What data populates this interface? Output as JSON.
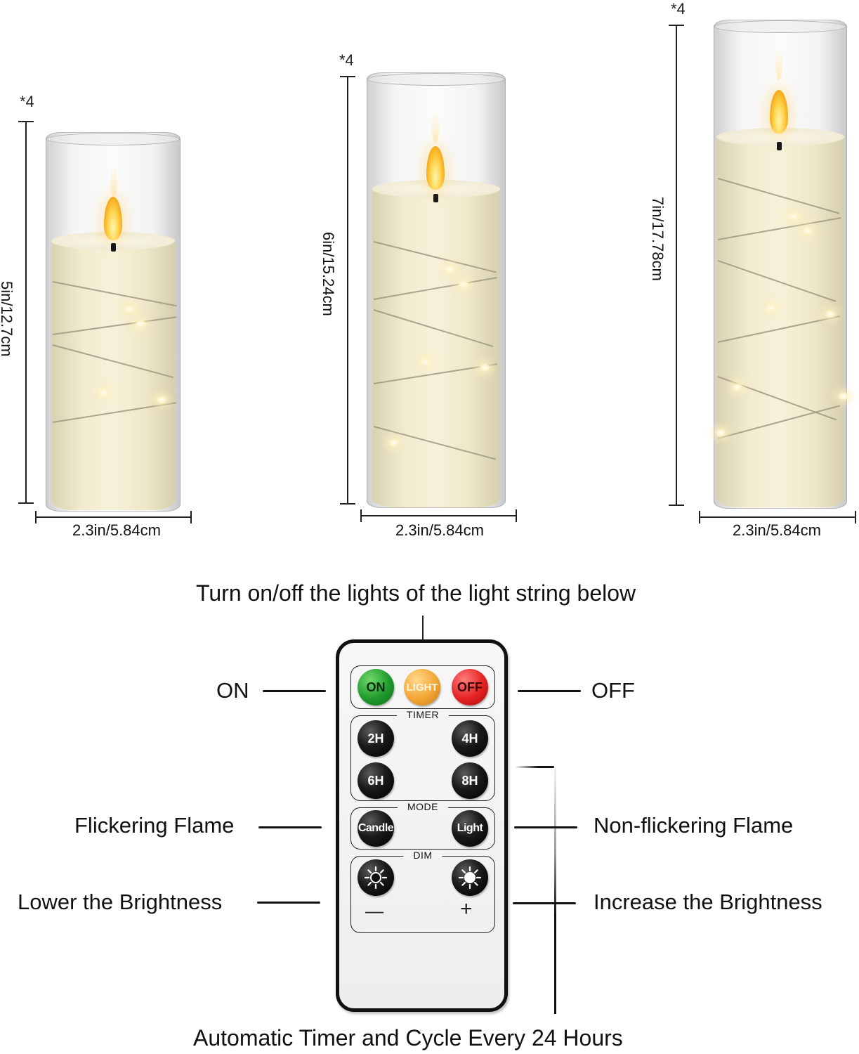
{
  "candles": [
    {
      "quantity": "*4",
      "height_label": "5in/12.7cm",
      "width_label": "2.3in/5.84cm"
    },
    {
      "quantity": "*4",
      "height_label": "6in/15.24cm",
      "width_label": "2.3in/5.84cm"
    },
    {
      "quantity": "*4",
      "height_label": "7in/17.78cm",
      "width_label": "2.3in/5.84cm"
    }
  ],
  "remote": {
    "top_caption": "Turn on/off the lights of the light string below",
    "bottom_caption": "Automatic Timer and Cycle Every 24 Hours",
    "left_labels": {
      "on": "ON",
      "flicker": "Flickering Flame",
      "lower": "Lower the Brightness"
    },
    "right_labels": {
      "off": "OFF",
      "non_flicker": "Non-flickering Flame",
      "increase": "Increase the Brightness"
    },
    "power_buttons": {
      "on": "ON",
      "light": "LIGHT",
      "off": "OFF"
    },
    "timer": {
      "title": "TIMER",
      "buttons": [
        "2H",
        "4H",
        "6H",
        "8H"
      ]
    },
    "mode": {
      "title": "MODE",
      "candle": "Candle",
      "light": "Light"
    },
    "dim": {
      "title": "DIM",
      "minus": "—",
      "plus": "+"
    }
  },
  "colors": {
    "on_button": "#1f9a2c",
    "light_button": "#f2a634",
    "off_button": "#e52222",
    "timer_button": "#111111"
  }
}
